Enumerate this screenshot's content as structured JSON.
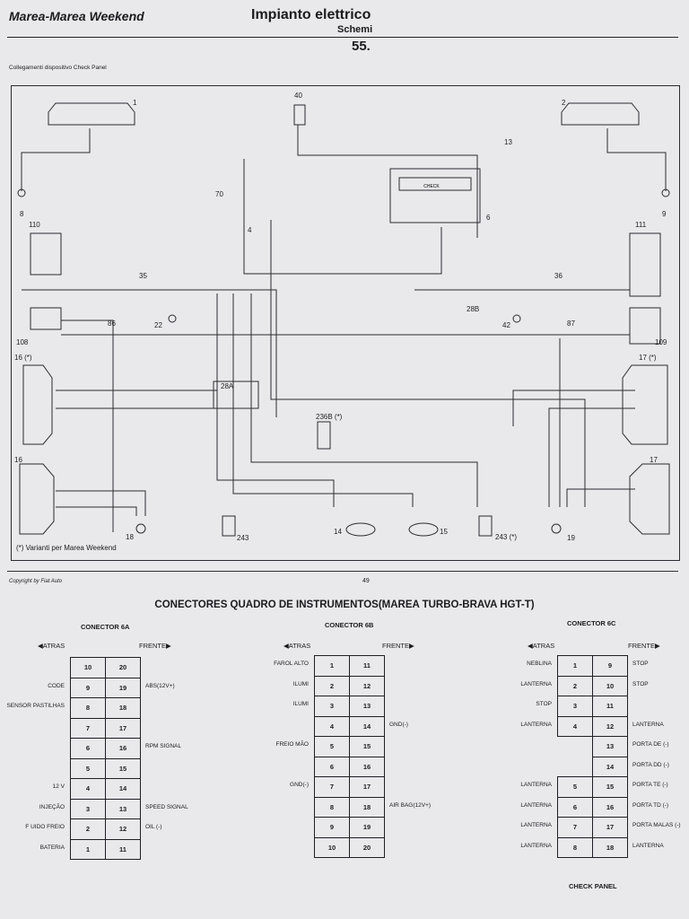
{
  "header": {
    "left_title": "Marea-Marea Weekend",
    "title": "Impianto elettrico",
    "subtitle": "Schemi",
    "page": "55."
  },
  "diagram": {
    "subtitle": "Collegamenti dispositivo Check Panel",
    "variants_note": "(*) Varianti per Marea Weekend",
    "check_label": "CHECK",
    "component_numbers": [
      "1",
      "2",
      "40",
      "13",
      "8",
      "9",
      "70",
      "4",
      "6",
      "110",
      "111",
      "35",
      "36",
      "22",
      "42",
      "86",
      "87",
      "108",
      "109",
      "16 (*)",
      "17 (*)",
      "28A",
      "28B",
      "236B (*)",
      "16",
      "17",
      "18",
      "243",
      "14",
      "15",
      "243 (*)",
      "19"
    ]
  },
  "footer": {
    "copyright": "Copyright by Fiat Auto",
    "page_number": "49"
  },
  "tables": {
    "title": "CONECTORES QUADRO DE INSTRUMENTOS(MAREA TURBO-BRAVA HGT-T)",
    "back_label": "◀ATRAS",
    "front_label": "FRENTE▶",
    "check_panel": "CHECK PANEL",
    "c6a": {
      "name": "CONECTOR 6A",
      "rows": [
        [
          "10",
          "20"
        ],
        [
          "9",
          "19"
        ],
        [
          "8",
          "18"
        ],
        [
          "7",
          "17"
        ],
        [
          "6",
          "16"
        ],
        [
          "5",
          "15"
        ],
        [
          "4",
          "14"
        ],
        [
          "3",
          "13"
        ],
        [
          "2",
          "12"
        ],
        [
          "1",
          "11"
        ]
      ],
      "left": [
        "",
        "CODE",
        "SENSOR PASTILHAS",
        "",
        "",
        "",
        "12 V",
        "INJEÇÃO",
        "F UIDO FREIO",
        "BATERIA"
      ],
      "right": [
        "",
        "ABS(12V+)",
        "",
        "",
        "RPM SIGNAL",
        "",
        "",
        "SPEED SIGNAL",
        "OIL (-)",
        ""
      ]
    },
    "c6b": {
      "name": "CONECTOR 6B",
      "rows": [
        [
          "1",
          "11"
        ],
        [
          "2",
          "12"
        ],
        [
          "3",
          "13"
        ],
        [
          "4",
          "14"
        ],
        [
          "5",
          "15"
        ],
        [
          "6",
          "16"
        ],
        [
          "7",
          "17"
        ],
        [
          "8",
          "18"
        ],
        [
          "9",
          "19"
        ],
        [
          "10",
          "20"
        ]
      ],
      "left": [
        "FAROL ALTO",
        "ILUMI",
        "ILUMI",
        "",
        "FREIO MÃO",
        "",
        "GND(-)",
        "",
        "",
        ""
      ],
      "right": [
        "",
        "",
        "",
        "GND(-)",
        "",
        "",
        "",
        "AIR BAG(12V+)",
        "",
        ""
      ]
    },
    "c6c": {
      "name": "CONECTOR 6C",
      "rows": [
        [
          "1",
          "9"
        ],
        [
          "2",
          "10"
        ],
        [
          "3",
          "11"
        ],
        [
          "4",
          "12"
        ],
        [
          "",
          "13"
        ],
        [
          "",
          "14"
        ],
        [
          "5",
          "15"
        ],
        [
          "6",
          "16"
        ],
        [
          "7",
          "17"
        ],
        [
          "8",
          "18"
        ]
      ],
      "left": [
        "NEBLINA",
        "LANTERNA",
        "STOP",
        "LANTERNA",
        "",
        "",
        "LANTERNA",
        "LANTERNA",
        "LANTERNA",
        "LANTERNA"
      ],
      "right": [
        "STOP",
        "STOP",
        "",
        "LANTERNA",
        "PORTA DE (-)",
        "PORTA DD (-)",
        "PORTA TE (-)",
        "PORTA TD (-)",
        "PORTA MALAS (-)",
        "LANTERNA"
      ]
    }
  }
}
